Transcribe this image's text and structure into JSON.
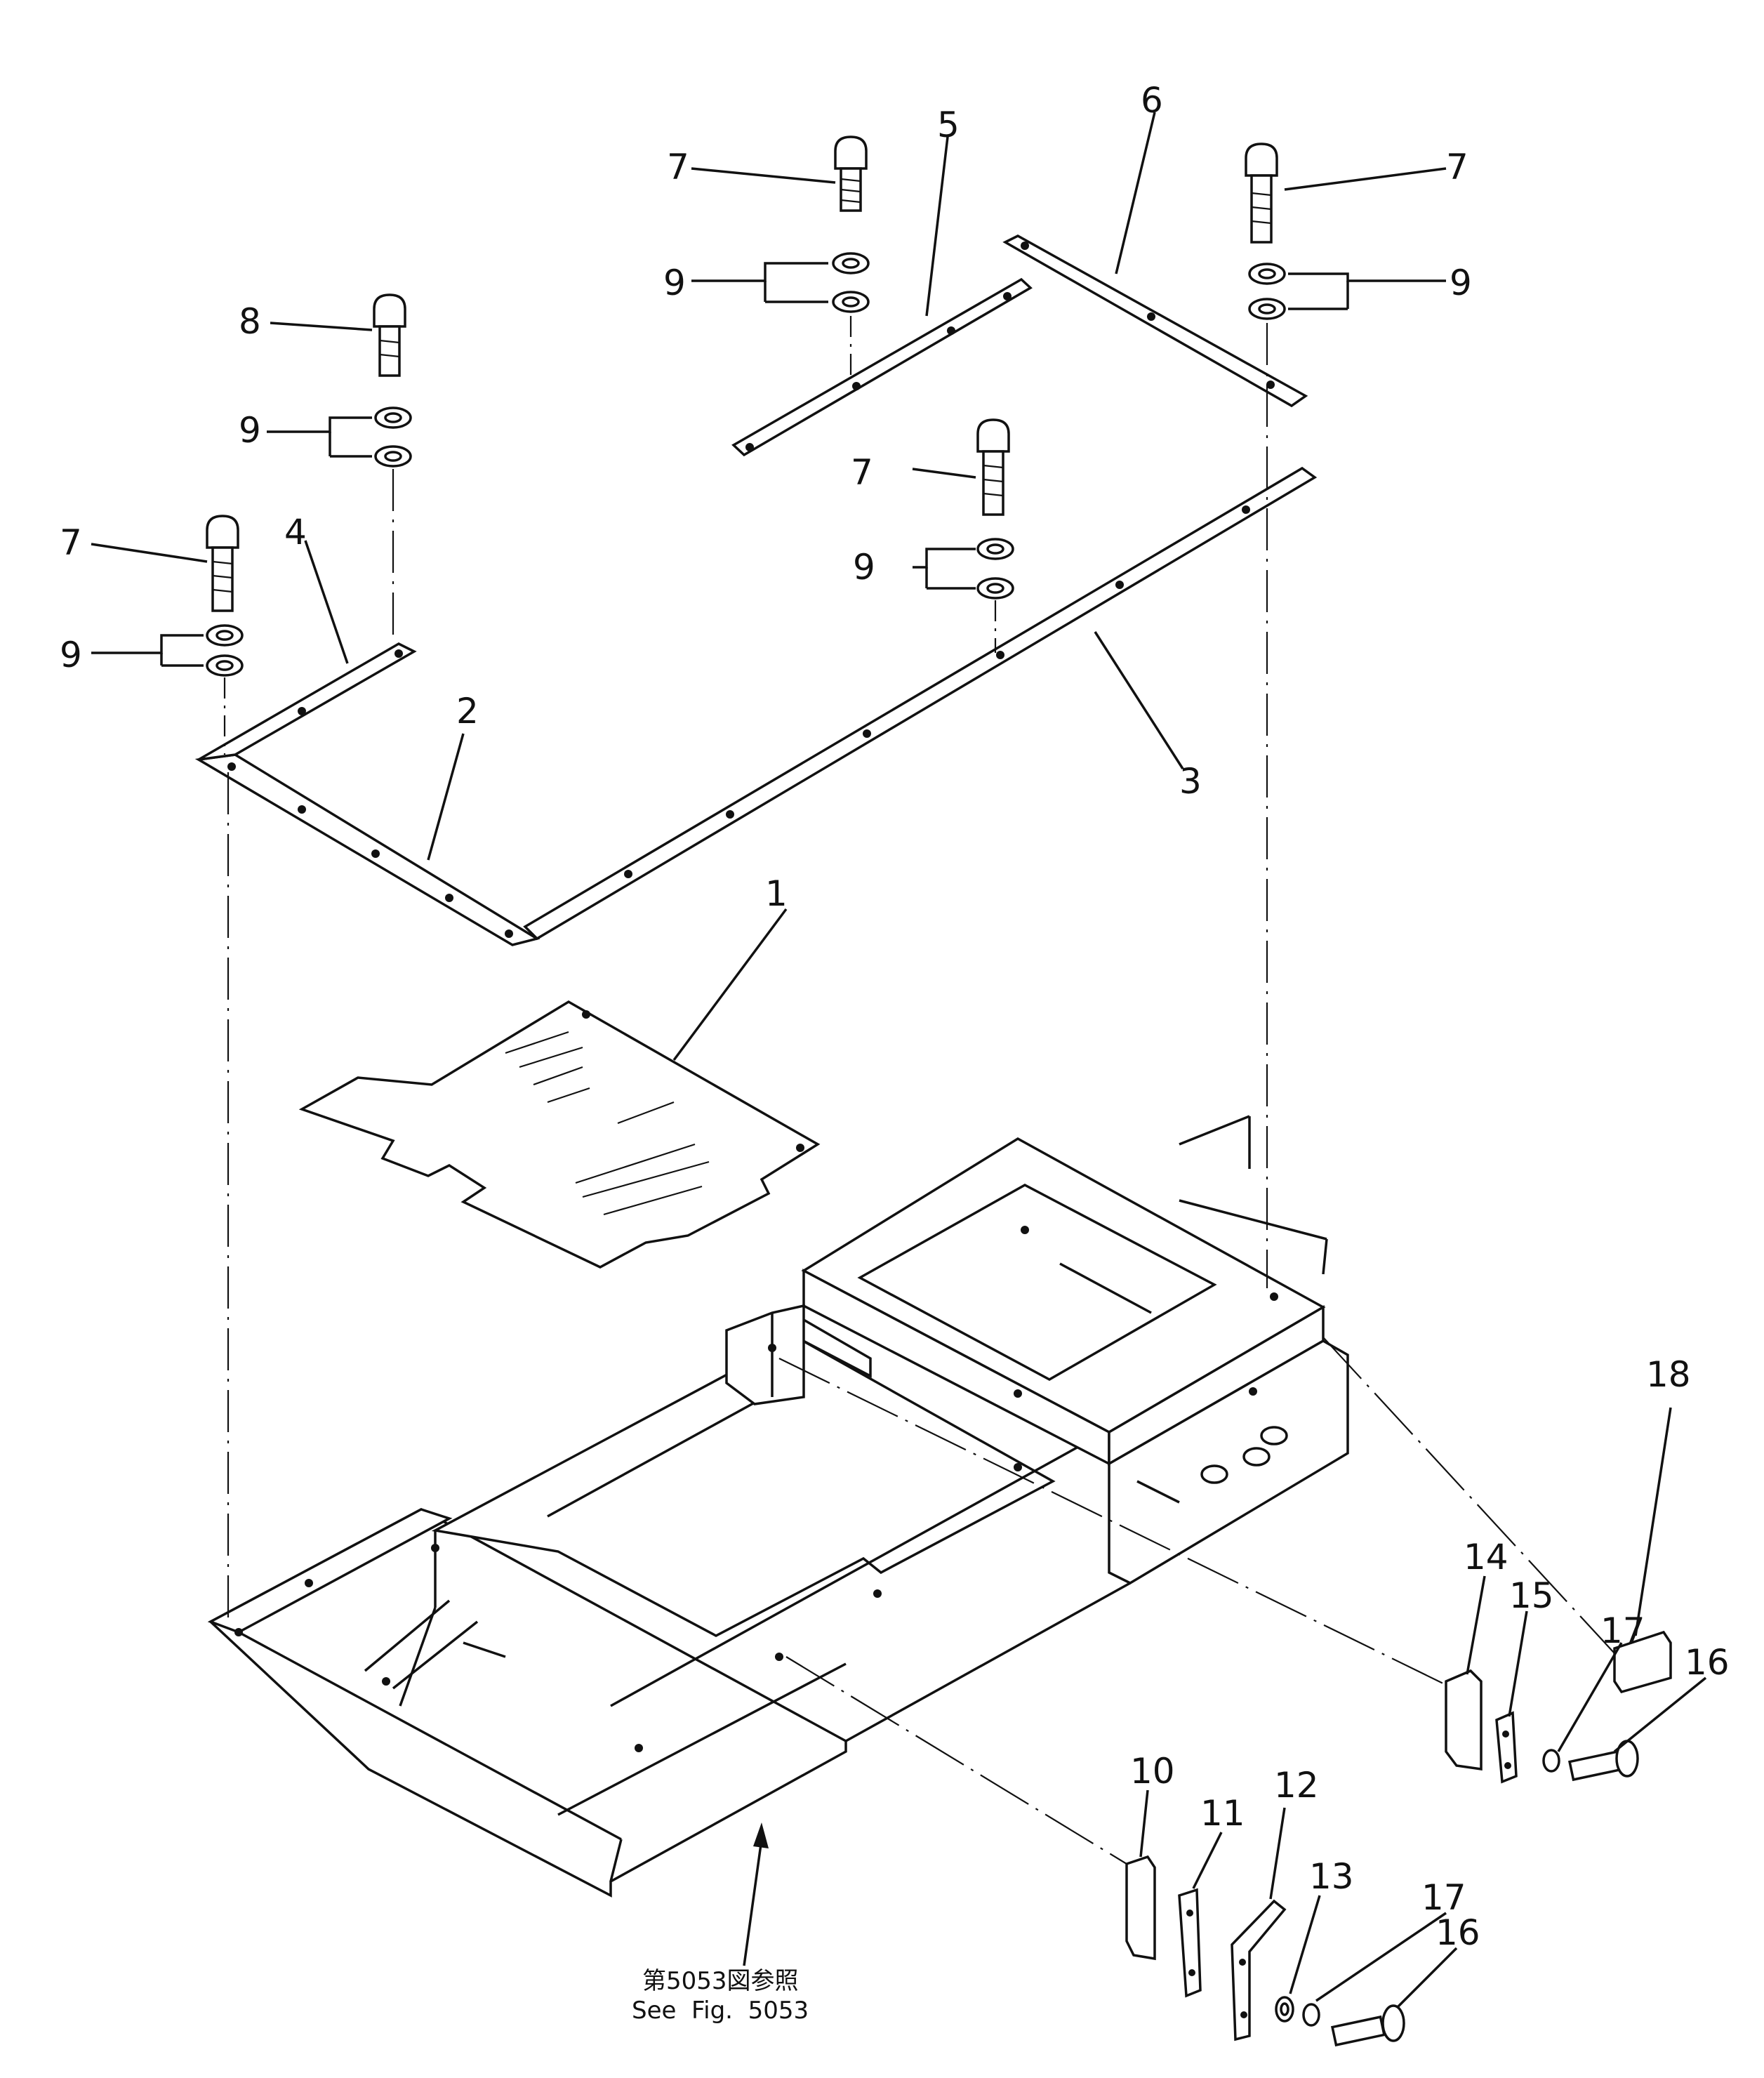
{
  "diagram": {
    "callouts": {
      "c1": "1",
      "c2": "2",
      "c3": "3",
      "c4": "4",
      "c5": "5",
      "c6": "6",
      "c7a": "7",
      "c7b": "7",
      "c7c": "7",
      "c7d": "7",
      "c8": "8",
      "c9a": "9",
      "c9b": "9",
      "c9c": "9",
      "c9d": "9",
      "c10": "10",
      "c11": "11",
      "c12": "12",
      "c13": "13",
      "c14": "14",
      "c15": "15",
      "c16a": "16",
      "c16b": "16",
      "c17a": "17",
      "c17b": "17",
      "c18": "18"
    },
    "reference": {
      "japanese": "第5053図参照",
      "english": "See  Fig.  5053"
    }
  }
}
